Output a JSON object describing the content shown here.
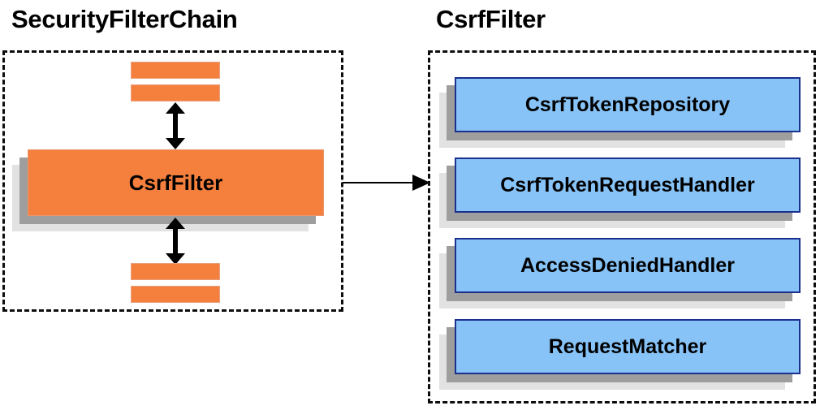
{
  "diagram": {
    "type": "component-relationship-diagram",
    "background_color": "#ffffff",
    "colors": {
      "filter_box_fill": "#f5803e",
      "dependency_box_fill": "#87c3f7",
      "dependency_box_border": "#1b2f8c",
      "shadow_near": "#9e9e9e",
      "shadow_far": "#e2e2e2",
      "panel_border": "#0d0d0d",
      "arrow": "#000000",
      "text": "#000000"
    },
    "panels": [
      {
        "id": "security-filter-chain",
        "title": "SecurityFilterChain",
        "boxes": [
          {
            "id": "csrf-filter",
            "label": "CsrfFilter",
            "style": "orange"
          }
        ],
        "stubs": [
          {
            "id": "stub-top-1",
            "position": "above"
          },
          {
            "id": "stub-top-2",
            "position": "above"
          },
          {
            "id": "stub-bottom-1",
            "position": "below"
          },
          {
            "id": "stub-bottom-2",
            "position": "below"
          }
        ],
        "arrows": [
          {
            "id": "arrow-up",
            "direction": "bidirectional-vertical",
            "between": [
              "stub-top-2",
              "csrf-filter"
            ]
          },
          {
            "id": "arrow-down",
            "direction": "bidirectional-vertical",
            "between": [
              "csrf-filter",
              "stub-bottom-1"
            ]
          }
        ]
      },
      {
        "id": "csrf-filter-detail",
        "title": "CsrfFilter",
        "boxes": [
          {
            "id": "csrf-token-repository",
            "label": "CsrfTokenRepository",
            "style": "blue"
          },
          {
            "id": "csrf-token-request-handler",
            "label": "CsrfTokenRequestHandler",
            "style": "blue"
          },
          {
            "id": "access-denied-handler",
            "label": "AccessDeniedHandler",
            "style": "blue"
          },
          {
            "id": "request-matcher",
            "label": "RequestMatcher",
            "style": "blue"
          }
        ]
      }
    ],
    "connector": {
      "id": "chain-to-detail",
      "direction": "right",
      "from": "security-filter-chain",
      "to": "csrf-filter-detail",
      "label": ""
    }
  }
}
